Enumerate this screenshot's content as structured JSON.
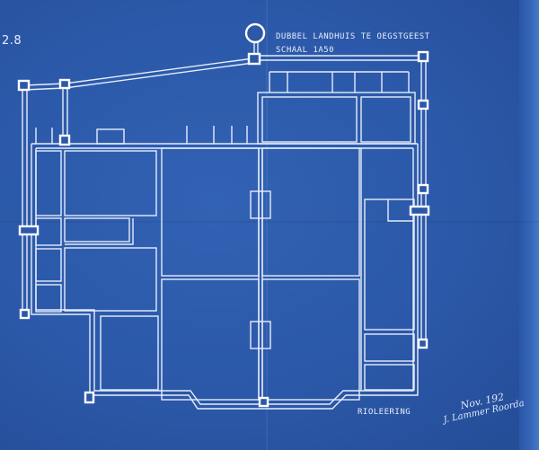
{
  "labels": {
    "sheet_number": "2.8",
    "title_line_1": "DUBBEL LANDHUIS TE OEGSTGEEST",
    "title_line_2": "SCHAAL 1A50",
    "drainage": "RIOLEERING"
  },
  "signature": {
    "line_1": "Nov. 192",
    "line_2": "J. Lammer Roorda"
  },
  "colors": {
    "background": "#2b58a8",
    "line": "#e6edfb"
  }
}
